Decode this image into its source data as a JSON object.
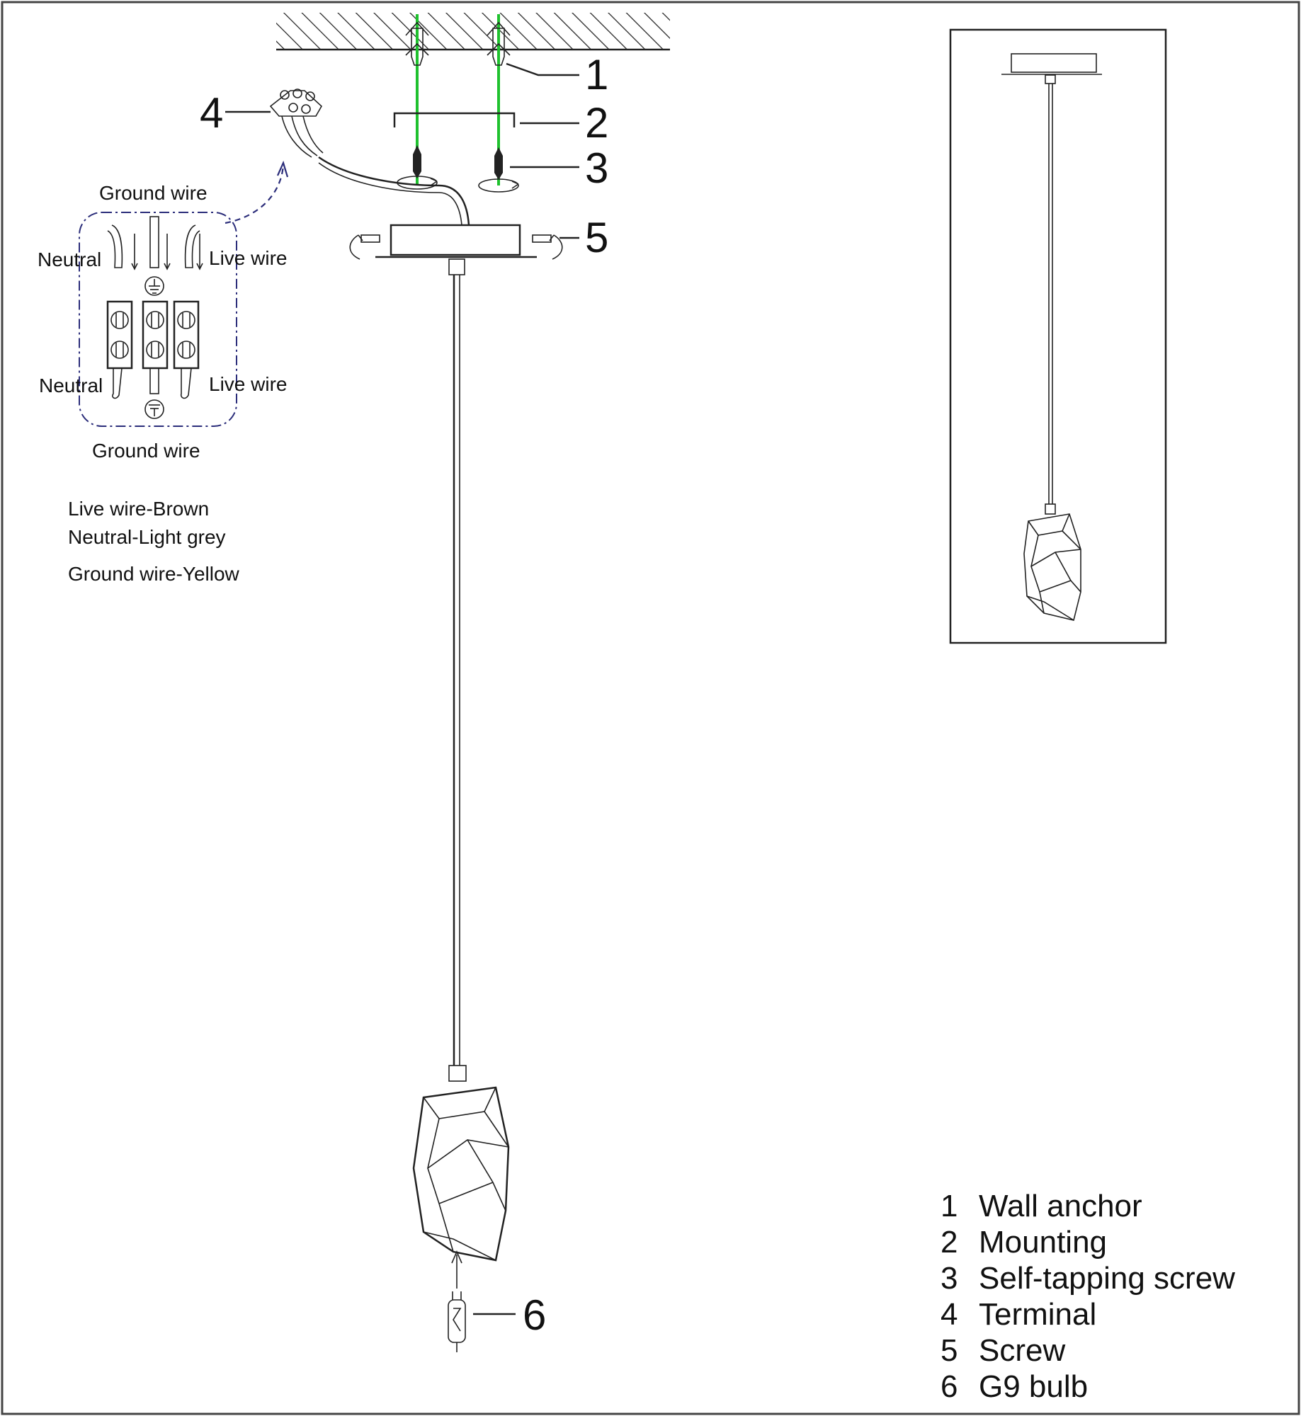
{
  "callouts": [
    "1",
    "2",
    "3",
    "4",
    "5",
    "6"
  ],
  "wiring_labels": {
    "ground_top": "Ground wire",
    "neutral_top": "Neutral",
    "live_top": "Live wire",
    "neutral_bottom": "Neutral",
    "live_bottom": "Live wire",
    "ground_bottom": "Ground wire"
  },
  "color_code": [
    "Live wire-Brown",
    "Neutral-Light grey",
    "Ground wire-Yellow"
  ],
  "legend": [
    {
      "num": "1",
      "text": "Wall anchor"
    },
    {
      "num": "2",
      "text": "Mounting"
    },
    {
      "num": "3",
      "text": "Self-tapping screw"
    },
    {
      "num": "4",
      "text": "Terminal"
    },
    {
      "num": "5",
      "text": "Screw"
    },
    {
      "num": "6",
      "text": "G9 bulb"
    }
  ],
  "colors": {
    "line": "#222222",
    "guide_green": "#1fc12e",
    "dashed_outline": "#2b2d7a",
    "background": "#ffffff"
  }
}
